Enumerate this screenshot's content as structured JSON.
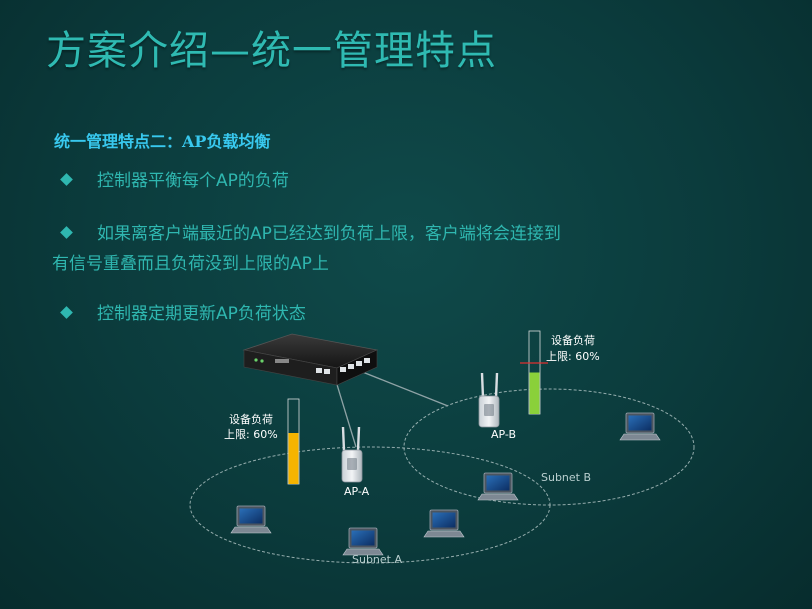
{
  "slide": {
    "title": "方案介绍—统一管理特点",
    "subtitle": "统一管理特点二：AP负载均衡",
    "bullets": [
      {
        "line1": "控制器平衡每个AP的负荷",
        "line2": ""
      },
      {
        "line1": "如果离客户端最近的AP已经达到负荷上限，客户端将会连接到",
        "line2": "有信号重叠而且负荷没到上限的AP上"
      },
      {
        "line1": "控制器定期更新AP负荷状态",
        "line2": ""
      }
    ]
  },
  "diagram": {
    "ap_a": {
      "label": "AP-A",
      "load_caption": "设备负荷",
      "limit_caption": "上限: 60%",
      "load_fraction": 0.6,
      "bar_color": "#f5b400"
    },
    "ap_b": {
      "label": "AP-B",
      "load_caption": "设备负荷",
      "limit_caption": "上限: 60%",
      "load_fraction": 0.5,
      "bar_color": "#8ad03a"
    },
    "subnet_a": "Subnet A",
    "subnet_b": "Subnet B"
  }
}
